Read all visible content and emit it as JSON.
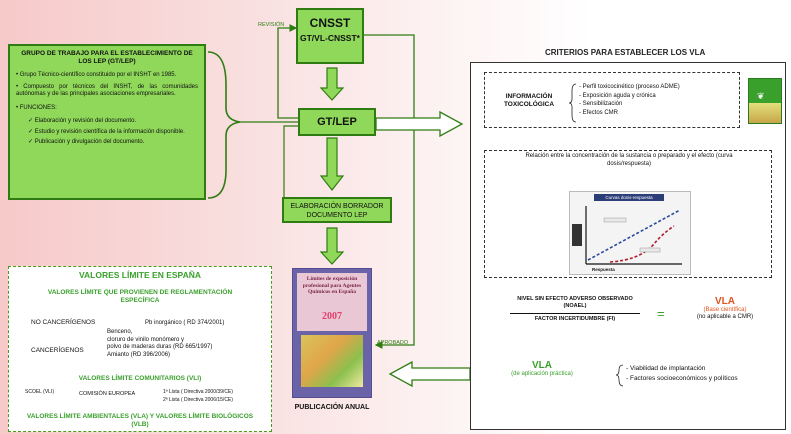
{
  "labels": {
    "revision": "REVISIÓN",
    "aprobado": "APROBADO"
  },
  "cnsst": {
    "title": "CNSST",
    "subtitle": "GT/VL-CNSST*"
  },
  "gtlep": "GT/LEP",
  "borrador": "ELABORACIÓN BORRADOR DOCUMENTO LEP",
  "grupo": {
    "title": "GRUPO DE TRABAJO PARA EL ESTABLECIMIENTO DE LOS LEP (GT/LEP)",
    "bullets": [
      "• Grupo Técnico-científico  constituido por el INSHT en 1985.",
      "• Compuesto por técnicos del INSHT, de las comunidades autónomas y de las principales asociaciones empresariales."
    ],
    "funciones_label": "• FUNCIONES:",
    "funciones": [
      "Elaboración y revisión del documento.",
      "Estudio y revisión científica de la información disponible.",
      "Publicación y divulgación del documento."
    ]
  },
  "criterios": {
    "title": "CRITERIOS PARA ESTABLECER LOS VLA",
    "info_tox_label": "INFORMACIÓN TOXICOLÓGICA",
    "info_tox_items": [
      "- Perfil toxicocinético (proceso ADME)",
      "- Exposición aguda y crónica",
      "- Sensibilización",
      "- Efectos CMR"
    ],
    "relacion": "Relación entre la concentración de la sustancia o preparado y el efecto (curva dosis/respuesta)",
    "chart_title": "Curvas dosis-respuesta",
    "chart_xlabel": "Respuesta",
    "noael": "NIVEL SIN EFECTO ADVERSO OBSERVADO (NOAEL)",
    "factor": "FACTOR INCERTIDUMBRE (FI)",
    "equals": "=",
    "vla_base": "VLA",
    "vla_base_sub1": "(Base científica)",
    "vla_base_sub2": "(no aplicable a CMR)",
    "vla_apl": "VLA",
    "vla_apl_sub": "(de aplicación práctica)",
    "viabilidad": "- Viabilidad de implantación",
    "factores": "- Factores socioeconómicos  y políticos"
  },
  "book": {
    "title": "Límites de exposición profesional para Agentes Químicos en España",
    "year": "2007"
  },
  "publicacion": "PUBLICACIÓN ANUAL",
  "valores": {
    "title": "VALORES LÍMITE EN ESPAÑA",
    "reglamentacion": "VALORES LÍMITE QUE PROVIENEN DE REGLAMENTACIÓN ESPECÍFICA",
    "no_cancerigenos": "NO CANCERÍGENOS",
    "plomo": "Pb inorgánico ( RD 374/2001)",
    "cancerigenos": "CANCERÍGENOS",
    "canc_items": [
      "Benceno,",
      "cloruro de vinilo monómero y",
      "polvo de maderas duras (RD 665/1997)",
      "Amianto (RD 396/2006)"
    ],
    "comunitarios": "VALORES LÍMITE COMUNITARIOS (VLI)",
    "scoel": "SCOEL (VLI)",
    "comision": "COMISIÓN EUROPEA",
    "lista1": "1ª Lista ( Directiva 2000/39/CE)",
    "lista2": "2ª Lista ( Directiva 2006/15/CE)",
    "ambientales": "VALORES LÍMITE AMBIENTALES (VLA) Y VALORES LÍMITE BIOLÓGICOS (VLB)"
  },
  "colors": {
    "green_fill": "#8fd85a",
    "green_border": "#2f7d12",
    "orange": "#e0541f",
    "accent_green": "#3aa02c",
    "purple": "#7a2a74"
  }
}
